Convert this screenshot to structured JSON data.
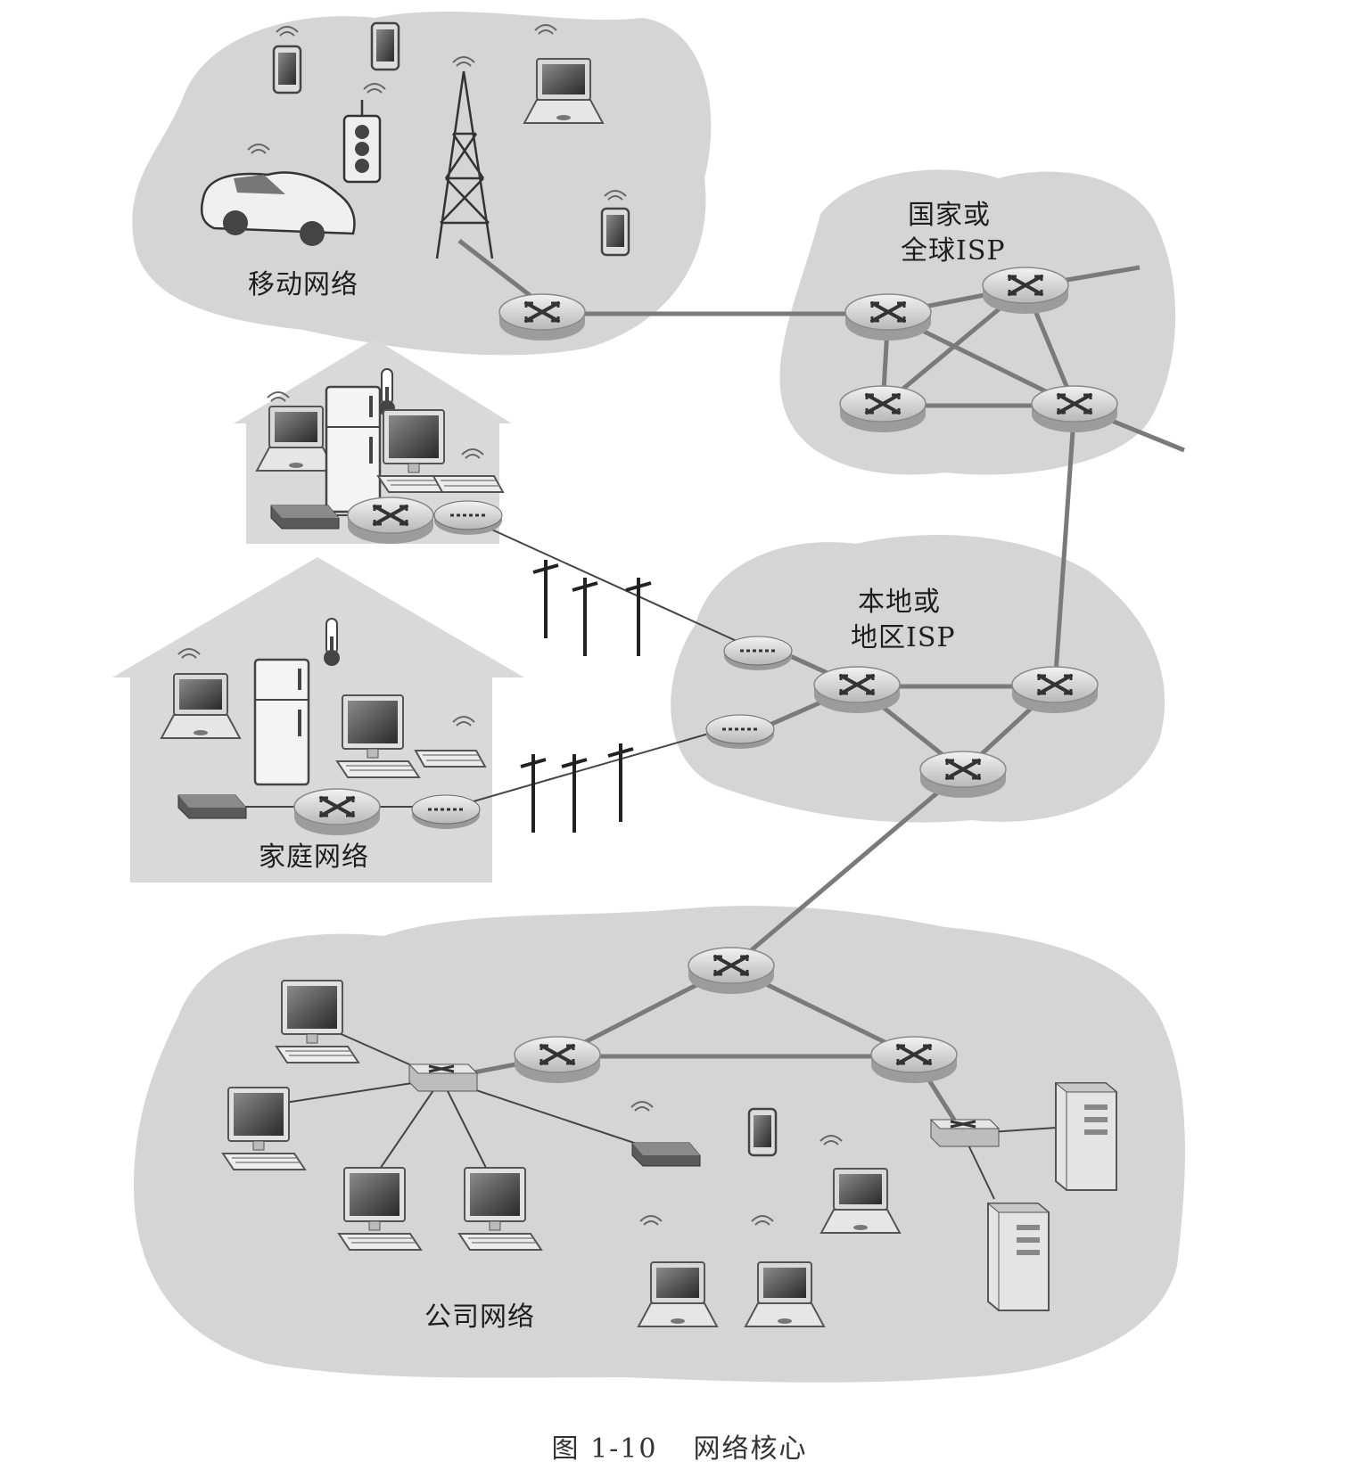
{
  "labels": {
    "mobile": "移动网络",
    "national_isp_line1": "国家或",
    "national_isp_line2": "全球ISP",
    "local_isp_line1": "本地或",
    "local_isp_line2": "地区ISP",
    "home": "家庭网络",
    "enterprise": "公司网络"
  },
  "caption": {
    "figure_number": "图 1-10",
    "title": "网络核心"
  },
  "colors": {
    "cloud_fill": "#d5d5d5",
    "house_fill": "#d9d9d9",
    "link": "#7a7a7a",
    "router_fill": "#e3e3e3",
    "background": "#ffffff"
  }
}
